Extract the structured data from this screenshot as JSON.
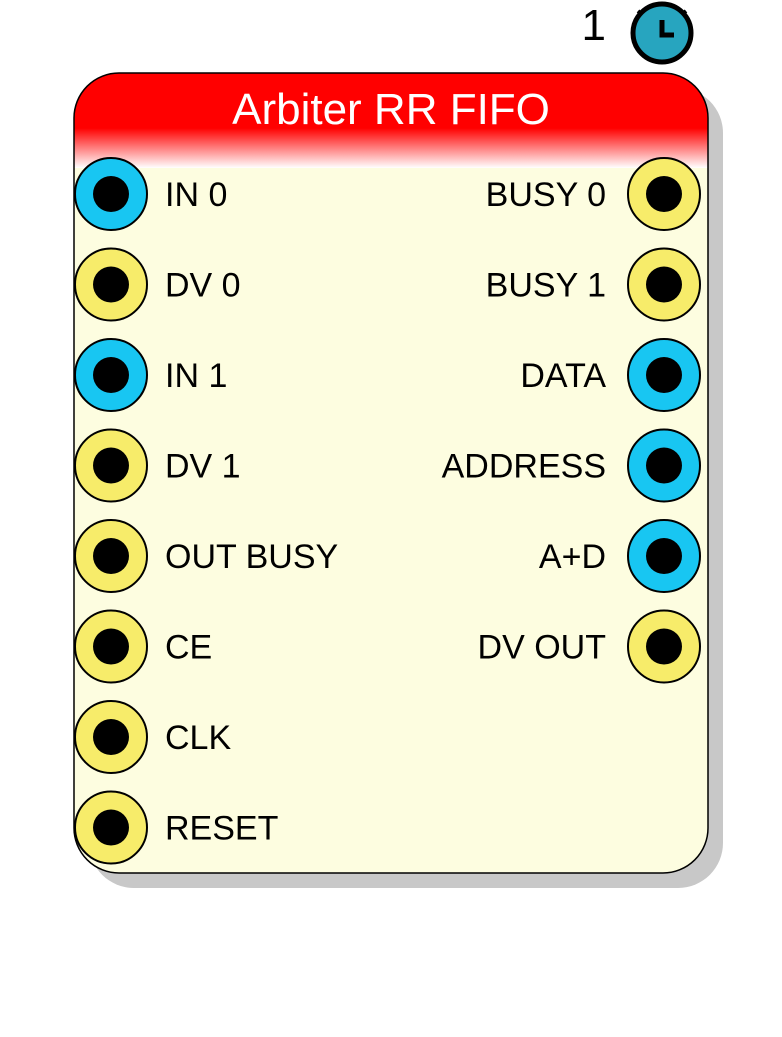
{
  "block": {
    "title": "Arbiter RR FIFO",
    "colors": {
      "header_top": "#ff0000",
      "header_bottom": "#ffffff",
      "body": "#fdfde0",
      "border": "#000000",
      "shadow": "#c8c8c8"
    }
  },
  "clock_badge": {
    "count": "1",
    "icon": "stopwatch-icon",
    "color": "#27a5bf"
  },
  "port_colors": {
    "data": "#18c6f2",
    "control": "#f7ec6a",
    "pin_center": "#000000"
  },
  "ports": {
    "inputs": [
      {
        "label": "IN 0",
        "kind": "data"
      },
      {
        "label": "DV 0",
        "kind": "control"
      },
      {
        "label": "IN 1",
        "kind": "data"
      },
      {
        "label": "DV 1",
        "kind": "control"
      },
      {
        "label": "OUT BUSY",
        "kind": "control"
      },
      {
        "label": "CE",
        "kind": "control"
      },
      {
        "label": "CLK",
        "kind": "control"
      },
      {
        "label": "RESET",
        "kind": "control"
      }
    ],
    "outputs": [
      {
        "label": "BUSY 0",
        "kind": "control"
      },
      {
        "label": "BUSY 1",
        "kind": "control"
      },
      {
        "label": "DATA",
        "kind": "data"
      },
      {
        "label": "ADDRESS",
        "kind": "data"
      },
      {
        "label": "A+D",
        "kind": "data"
      },
      {
        "label": "DV OUT",
        "kind": "control"
      }
    ]
  }
}
